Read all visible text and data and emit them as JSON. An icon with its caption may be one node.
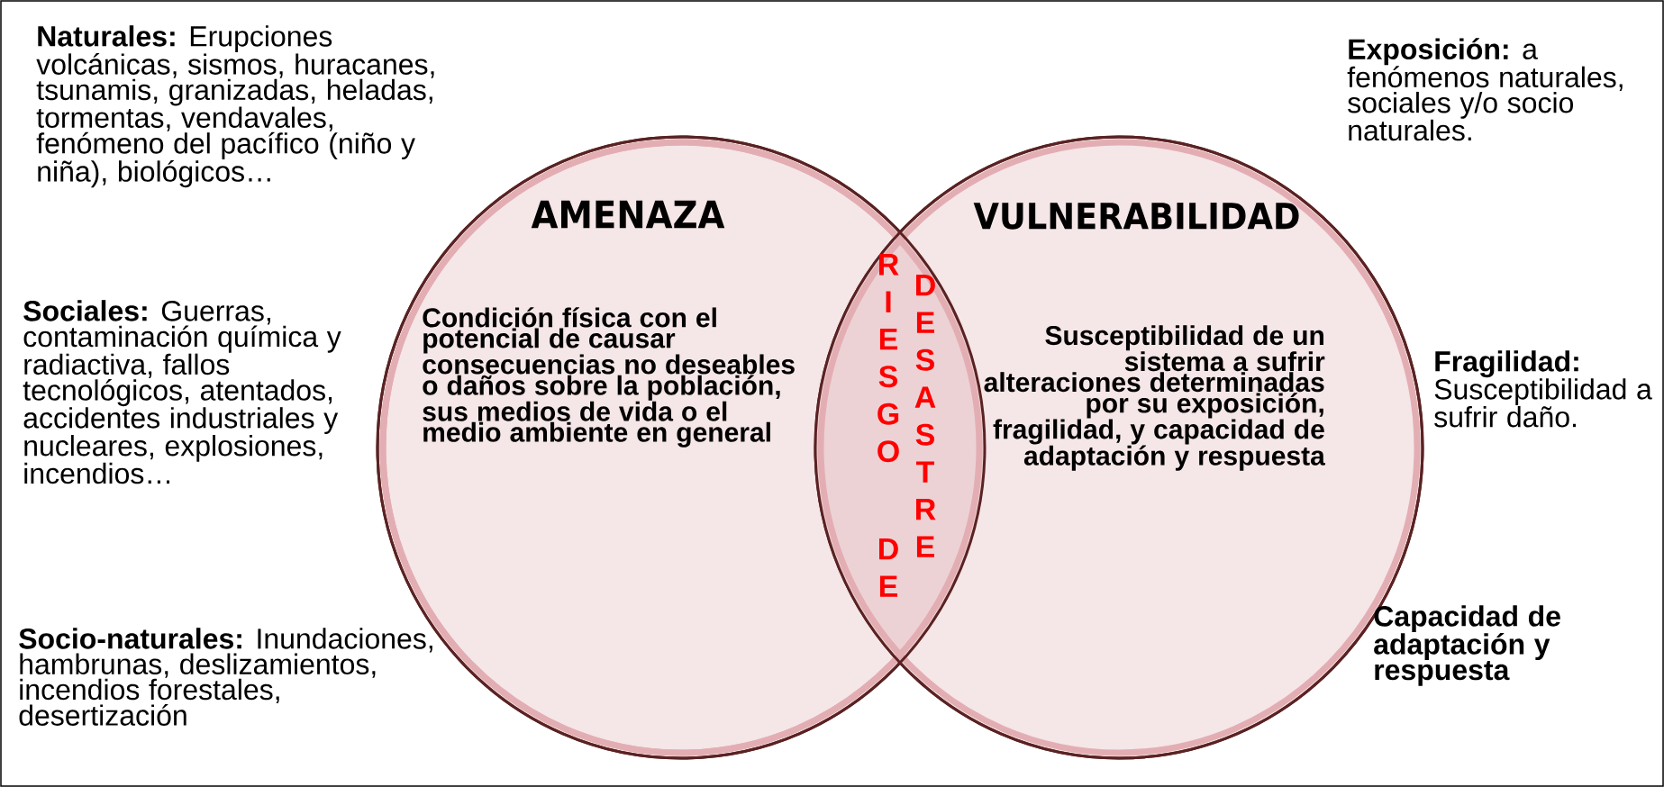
{
  "diagram": {
    "nodes": [
      {
        "text": [
          "AMENAZA",
          "Condición física con el potencial de causar consecuencias no deseables o daños sobre la población, sus medios de vida o el medio ambiente en general"
        ]
      },
      {
        "text": [
          "VULNERABILIDAD",
          "Susceptibilidad de un sistema a sufrir alteraciones determinadas por su exposición, fragilidad, y capacidad de adaptación y respuesta"
        ]
      },
      {
        "text": [
          "RIESGO",
          "DE",
          "DESASTRE"
        ]
      }
    ],
    "labels": [
      "**Naturales:** Erupciones volcánicas, sismos, huracanes, tsunamis, granizadas, heladas, tormentas, vendavales, fenómeno del pacífico (niño y niña), biológicos…",
      "**Sociales:** Guerras, contaminación química y radiactiva, fallos tecnológicos, atentados, accidentes industriales y nucleares, explosiones, incendios…",
      "**Socio-naturales:** Inundaciones, hambrunas, deslizamientos, incendios forestales, desertización",
      "**Exposición:** a fenómenos naturales, sociales y/o socio naturales.",
      "**Fragilidad:** Susceptibilidad a sufrir daño.",
      "Capacidad de adaptación y respuesta"
    ]
  }
}
